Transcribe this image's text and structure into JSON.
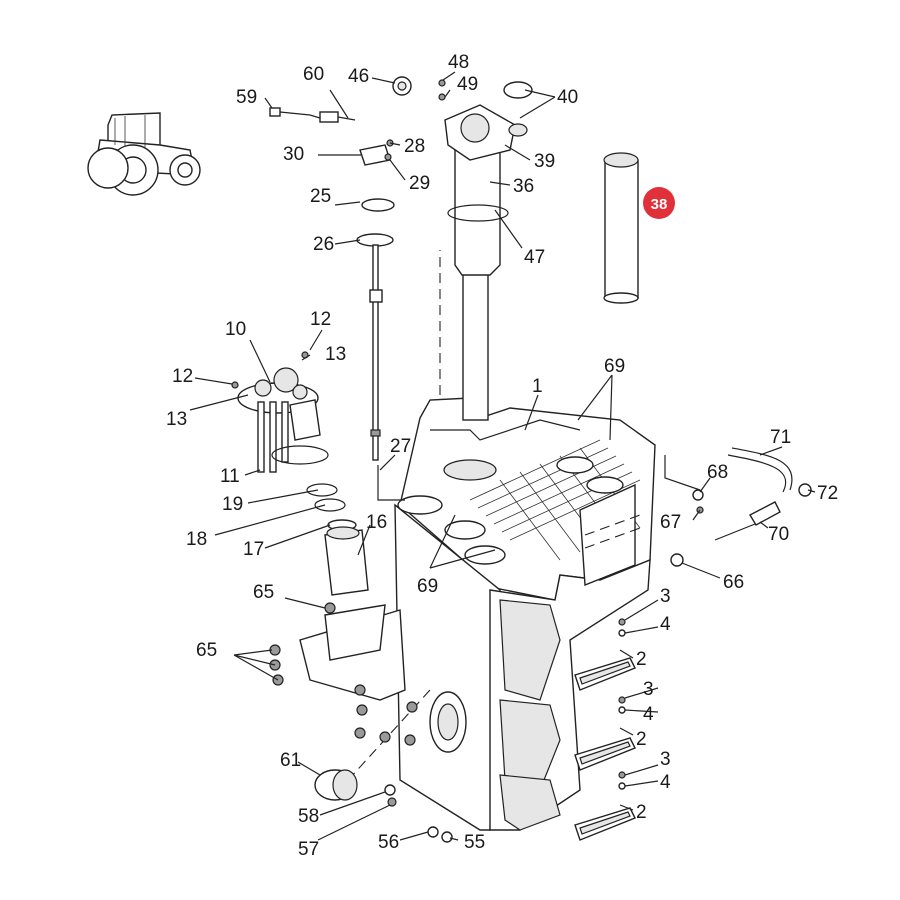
{
  "diagram": {
    "highlight": "38",
    "labels": {
      "l1": "1",
      "l2a": "2",
      "l2b": "2",
      "l2c": "2",
      "l3a": "3",
      "l3b": "3",
      "l3c": "3",
      "l4a": "4",
      "l4b": "4",
      "l4c": "4",
      "l10": "10",
      "l11": "11",
      "l12a": "12",
      "l12b": "12",
      "l13a": "13",
      "l13b": "13",
      "l16": "16",
      "l17": "17",
      "l18": "18",
      "l19": "19",
      "l25": "25",
      "l26": "26",
      "l27": "27",
      "l28": "28",
      "l29": "29",
      "l30": "30",
      "l36": "36",
      "l39": "39",
      "l40": "40",
      "l46": "46",
      "l47": "47",
      "l48": "48",
      "l49": "49",
      "l55": "55",
      "l56": "56",
      "l57": "57",
      "l58": "58",
      "l59": "59",
      "l60": "60",
      "l61": "61",
      "l65a": "65",
      "l65b": "65",
      "l66": "66",
      "l67": "67",
      "l68": "68",
      "l69a": "69",
      "l69b": "69",
      "l70": "70",
      "l71": "71",
      "l72": "72"
    },
    "colors": {
      "highlight": "#e0303a",
      "ink": "#222222"
    }
  }
}
